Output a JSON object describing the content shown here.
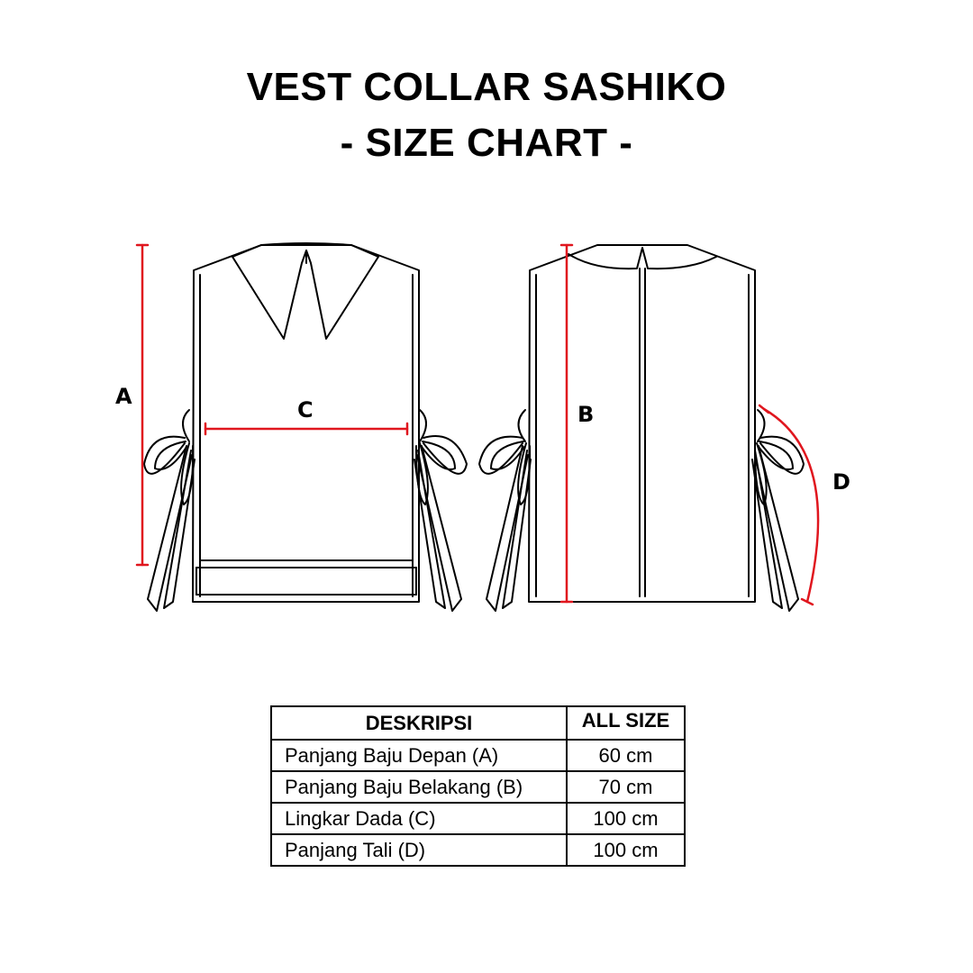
{
  "title": {
    "line1": "VEST COLLAR SASHIKO",
    "line2": "- SIZE CHART -"
  },
  "labels": {
    "a": "A",
    "b": "B",
    "c": "C",
    "d": "D"
  },
  "colors": {
    "outline": "#000000",
    "measure": "#e0161e"
  },
  "table": {
    "headers": [
      "DESKRIPSI",
      "ALL SIZE"
    ],
    "rows": [
      {
        "label": "Panjang Baju Depan (A)",
        "value": "60 cm"
      },
      {
        "label": "Panjang Baju Belakang (B)",
        "value": "70 cm"
      },
      {
        "label": "Lingkar Dada (C)",
        "value": "100 cm"
      },
      {
        "label": "Panjang Tali (D)",
        "value": "100 cm"
      }
    ]
  }
}
